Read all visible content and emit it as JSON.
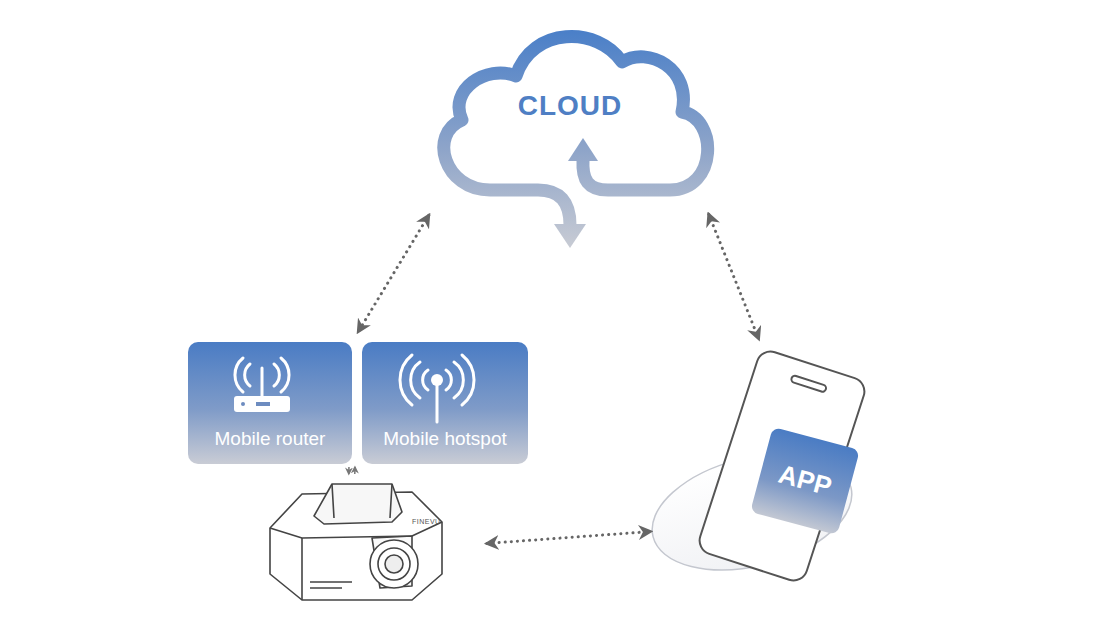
{
  "diagram": {
    "nodes": [
      {
        "text": [
          "CLOUD"
        ]
      },
      {
        "text": [
          "Mobile router"
        ]
      },
      {
        "text": [
          "Mobile hotspot"
        ]
      },
      {
        "text": [
          "FINEVU"
        ]
      },
      {
        "text": [
          "APP"
        ]
      }
    ],
    "edges": [
      {
        "from": 0,
        "to": 1,
        "arrow": "both"
      },
      {
        "from": 0,
        "to": 4,
        "arrow": "both"
      },
      {
        "from": 1,
        "to": 3,
        "arrow": "both"
      },
      {
        "from": 3,
        "to": 4,
        "arrow": "both"
      }
    ]
  }
}
